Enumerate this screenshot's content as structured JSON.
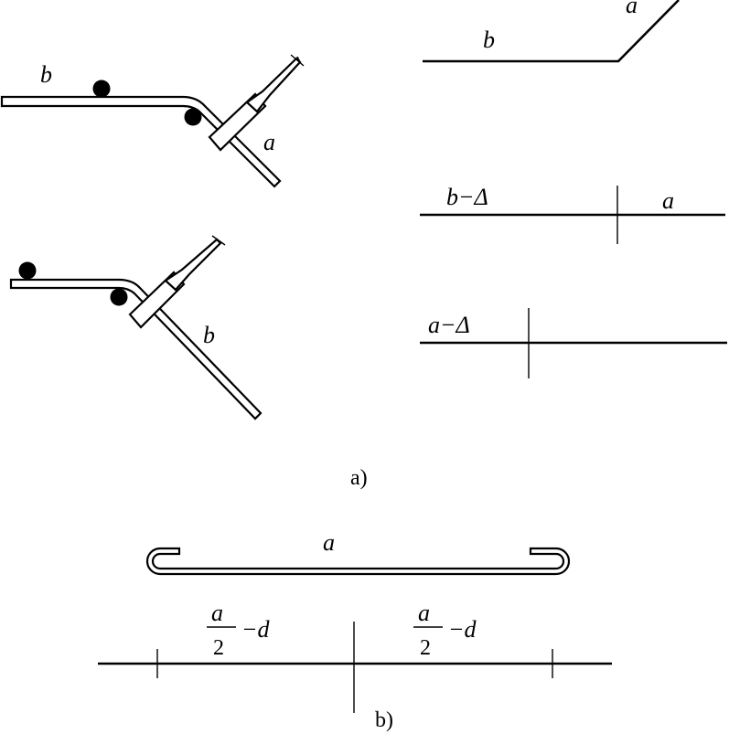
{
  "labels": {
    "top_left_b": "b",
    "top_left_a": "a",
    "mid_left_b": "b",
    "top_right_a": "a",
    "top_right_b": "b",
    "row2_left": "b−Δ",
    "row2_right": "a",
    "row3_left": "a−Δ",
    "hook_a": "a",
    "half_left_num": "a",
    "half_left_den": "2",
    "half_left_tail": "−d",
    "half_right_num": "a",
    "half_right_den": "2",
    "half_right_tail": "−d"
  },
  "captions": {
    "part_a": "a)",
    "part_b": "b)"
  }
}
